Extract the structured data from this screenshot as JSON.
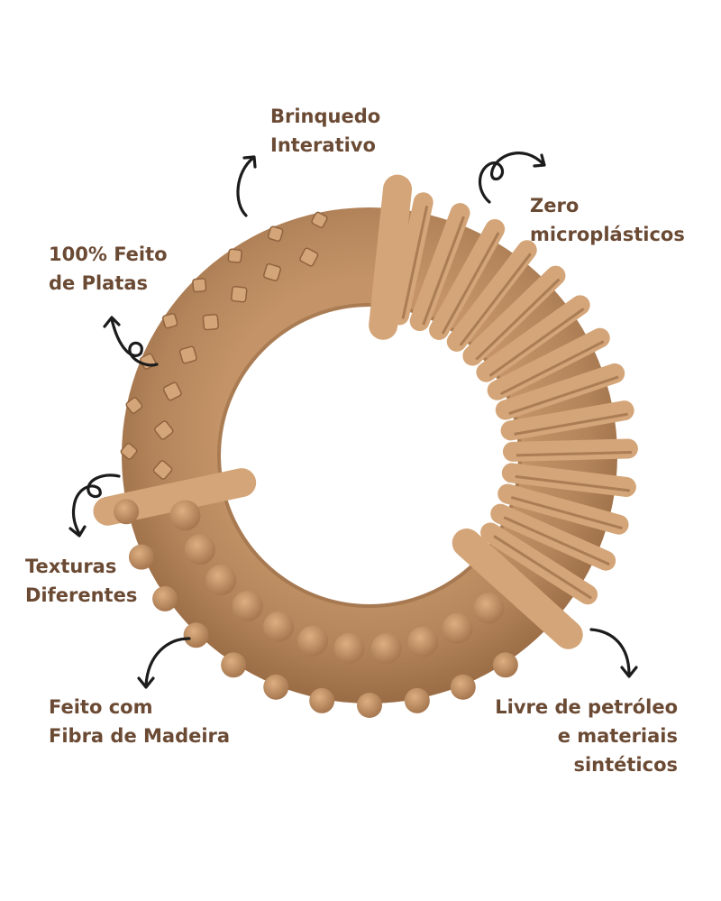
{
  "colors": {
    "background": "#ffffff",
    "label_text": "#6b4a34",
    "toy_base": "#b98a5f",
    "toy_light": "#d4a578",
    "toy_shadow": "#8f633f",
    "arrow": "#1c1c1c"
  },
  "features": {
    "interactive": {
      "line1": "Brinquedo",
      "line2": "Interativo"
    },
    "microplastics": {
      "line1": "Zero",
      "line2": "microplásticos"
    },
    "plants": {
      "line1": "100% Feito",
      "line2": "de Platas"
    },
    "textures": {
      "line1": "Texturas",
      "line2": "Diferentes"
    },
    "wood_fiber": {
      "line1": "Feito com",
      "line2": "Fibra de Madeira"
    },
    "petroleum_free": {
      "line1": "Livre de petróleo",
      "line2": "e materiais",
      "line3": "sintéticos"
    }
  },
  "icons": {
    "product": "ring-chew-toy",
    "arrows": "curved-arrow-icon"
  }
}
